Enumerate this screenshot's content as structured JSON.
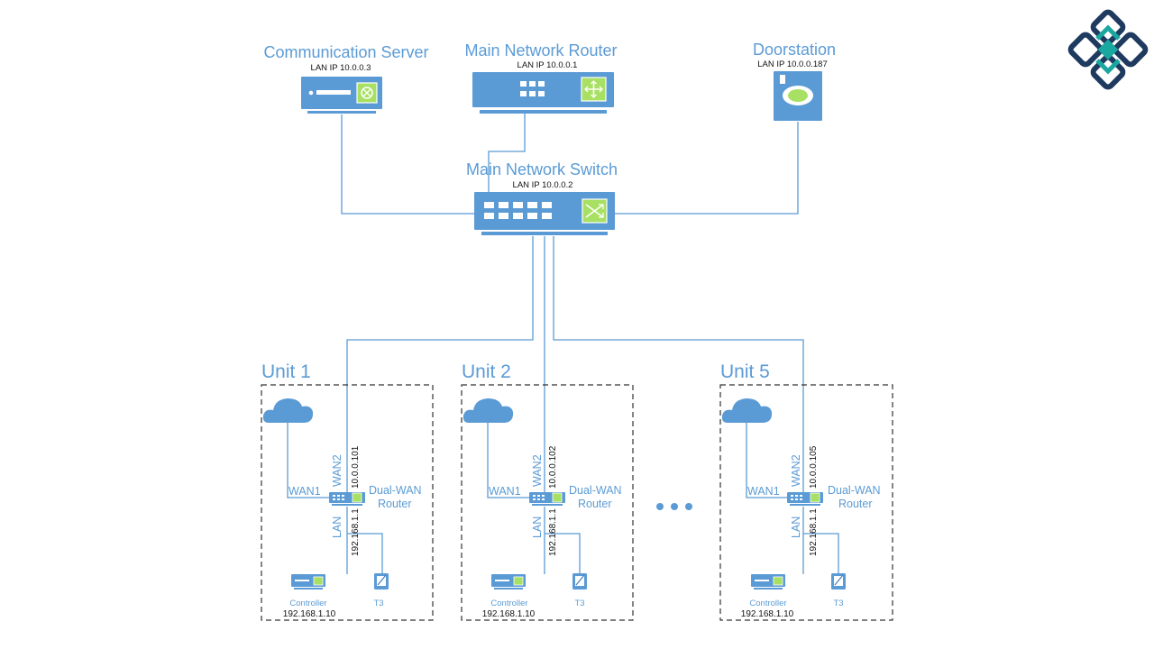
{
  "colors": {
    "accent": "#5b9bd5",
    "device_blue": "#5b9bd5",
    "port_green": "#a8e063",
    "logo_dark": "#1e3a5f",
    "logo_teal": "#1aa7a0"
  },
  "top": {
    "comm_server": {
      "name": "Communication Server",
      "ip": "LAN IP  10.0.0.3"
    },
    "router": {
      "name": "Main Network Router",
      "ip": "LAN IP  10.0.0.1"
    },
    "doorstation": {
      "name": "Doorstation",
      "ip": "LAN IP  10.0.0.187"
    },
    "switch": {
      "name": "Main Network Switch",
      "ip": "LAN IP  10.0.0.2"
    }
  },
  "units": [
    {
      "title": "Unit 1",
      "wan1": "WAN1",
      "wan2": "WAN2",
      "wan2_ip": "10.0.0.101",
      "lan": "LAN",
      "lan_ip": "192.168.1.1",
      "router_line1": "Dual-WAN",
      "router_line2": "Router",
      "controller": "Controller",
      "controller_ip": "192.168.1.10",
      "t3": "T3"
    },
    {
      "title": "Unit 2",
      "wan1": "WAN1",
      "wan2": "WAN2",
      "wan2_ip": "10.0.0.102",
      "lan": "LAN",
      "lan_ip": "192.168.1.1",
      "router_line1": "Dual-WAN",
      "router_line2": "Router",
      "controller": "Controller",
      "controller_ip": "192.168.1.10",
      "t3": "T3"
    },
    {
      "title": "Unit 5",
      "wan1": "WAN1",
      "wan2": "WAN2",
      "wan2_ip": "10.0.0.105",
      "lan": "LAN",
      "lan_ip": "192.168.1.1",
      "router_line1": "Dual-WAN",
      "router_line2": "Router",
      "controller": "Controller",
      "controller_ip": "192.168.1.10",
      "t3": "T3"
    }
  ],
  "icons": {
    "logo": "diamond-knot-logo-icon",
    "cloud": "cloud-icon",
    "ellipsis": "ellipsis-icon"
  }
}
